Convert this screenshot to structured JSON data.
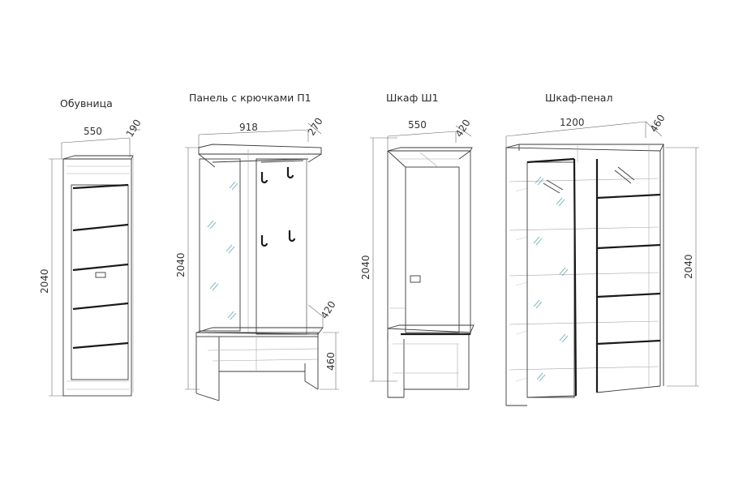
{
  "items": [
    {
      "title": "Обувница",
      "dims": {
        "width": "550",
        "depth": "190",
        "height": "2040"
      }
    },
    {
      "title": "Панель с крючками П1",
      "dims": {
        "width": "918",
        "depth": "270",
        "height": "2040",
        "bench_depth": "420",
        "bench_height": "460"
      }
    },
    {
      "title": "Шкаф Ш1",
      "dims": {
        "width": "550",
        "depth": "420",
        "height": "2040"
      }
    },
    {
      "title": "Шкаф-пенал",
      "dims": {
        "width": "1200",
        "depth": "460",
        "height": "2040"
      }
    }
  ],
  "colors": {
    "line": "#3a3a3a",
    "glass": "#5fa9b8",
    "door_line": "#1a1a1a"
  }
}
